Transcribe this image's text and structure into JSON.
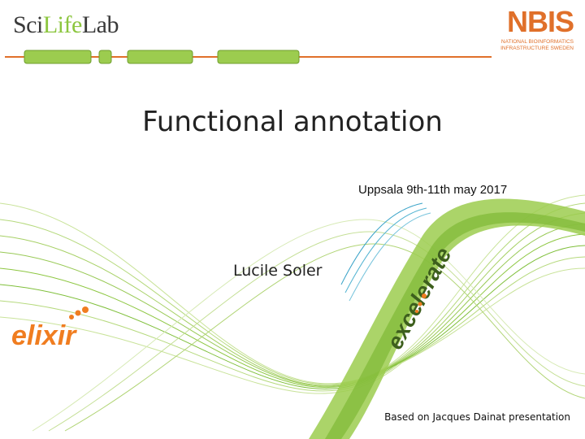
{
  "logos": {
    "scilifelab": {
      "part1": "Sci",
      "part2": "Life",
      "part3": "Lab"
    },
    "nbis": {
      "word": "NBIS",
      "line1": "NATIONAL BIOINFORMATICS",
      "line2": "INFRASTRUCTURE SWEDEN"
    },
    "elixir": "elixir",
    "excelerate": "excelerate"
  },
  "slide": {
    "title": "Functional annotation",
    "date_line": "Uppsala 9th-11th may 2017",
    "author": "Lucile Soler",
    "credit": "Based on Jacques Dainat presentation"
  },
  "colors": {
    "accent_green": "#8cc63f",
    "nbis_orange": "#e0702a",
    "header_line": "#e0702a"
  }
}
